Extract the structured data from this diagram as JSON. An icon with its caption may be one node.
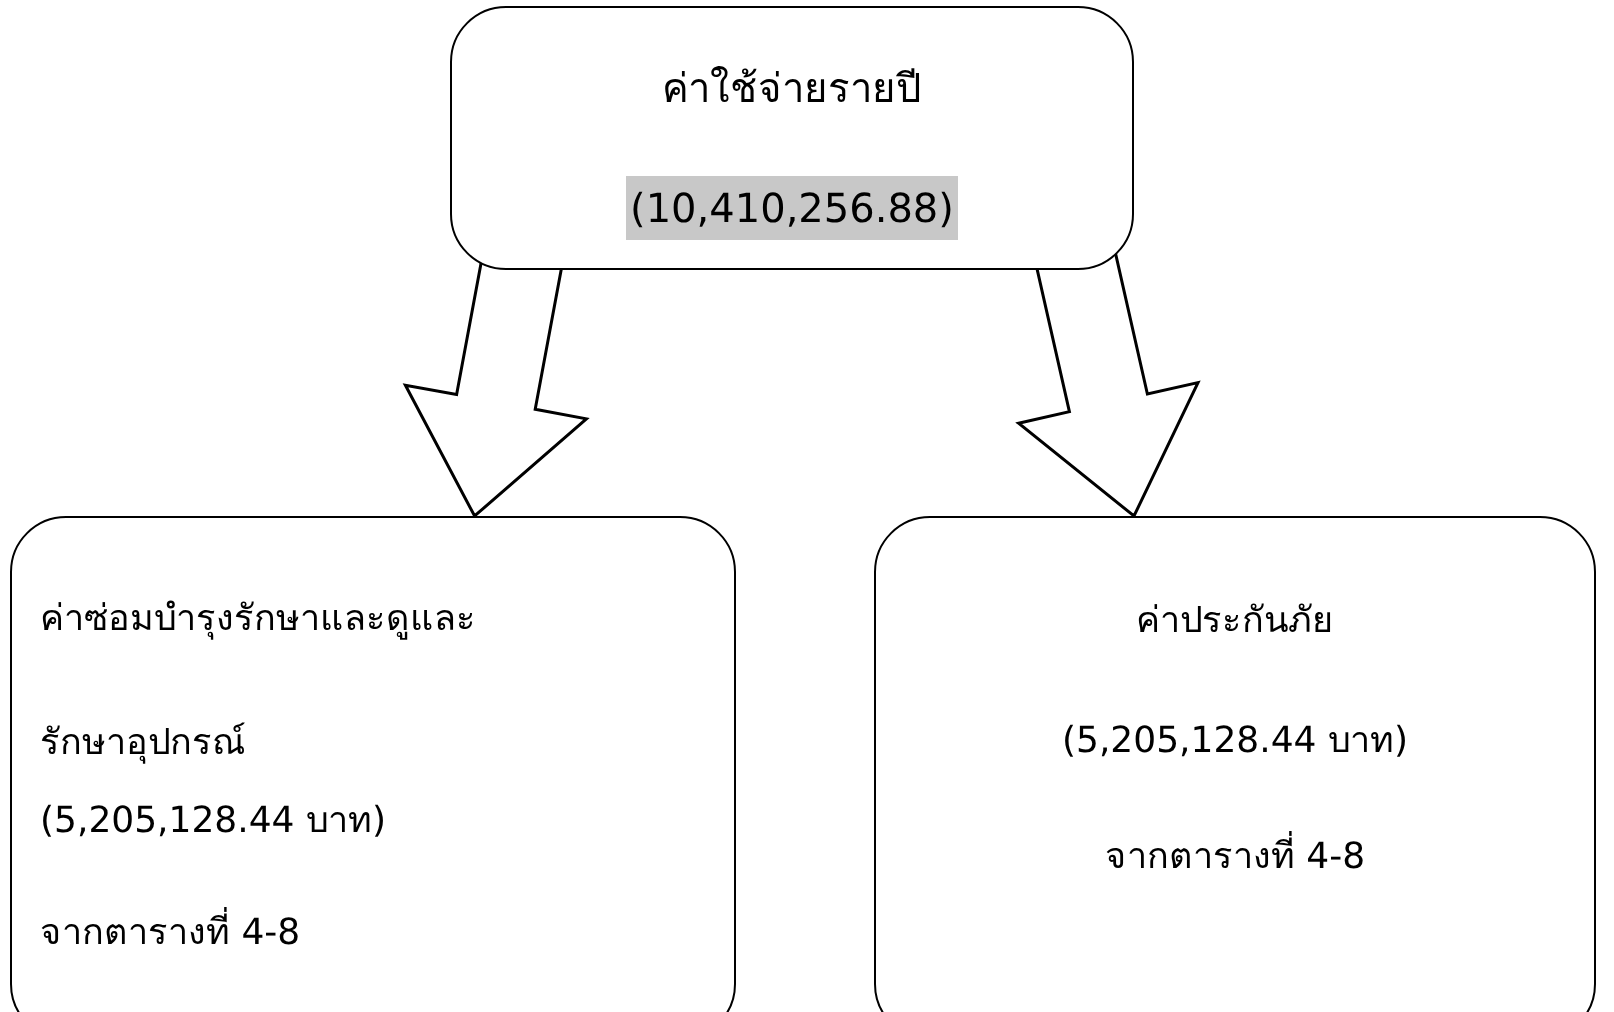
{
  "diagram": {
    "nodes": [
      {
        "text": [
          "ค่าใช้จ่ายรายปี",
          "(10,410,256.88)"
        ]
      },
      {
        "text": [
          "ค่าซ่อมบำรุงรักษาและดูและรักษาอุปกรณ์",
          "(5,205,128.44 บาท)",
          "จากตารางที่ 4-8"
        ]
      },
      {
        "text": [
          "ค่าประกันภัย",
          "(5,205,128.44 บาท)",
          "จากตารางที่ 4-8"
        ]
      }
    ],
    "edges": [
      {
        "from": 0,
        "to": 1,
        "arrow": "to"
      },
      {
        "from": 0,
        "to": 2,
        "arrow": "to"
      }
    ]
  }
}
